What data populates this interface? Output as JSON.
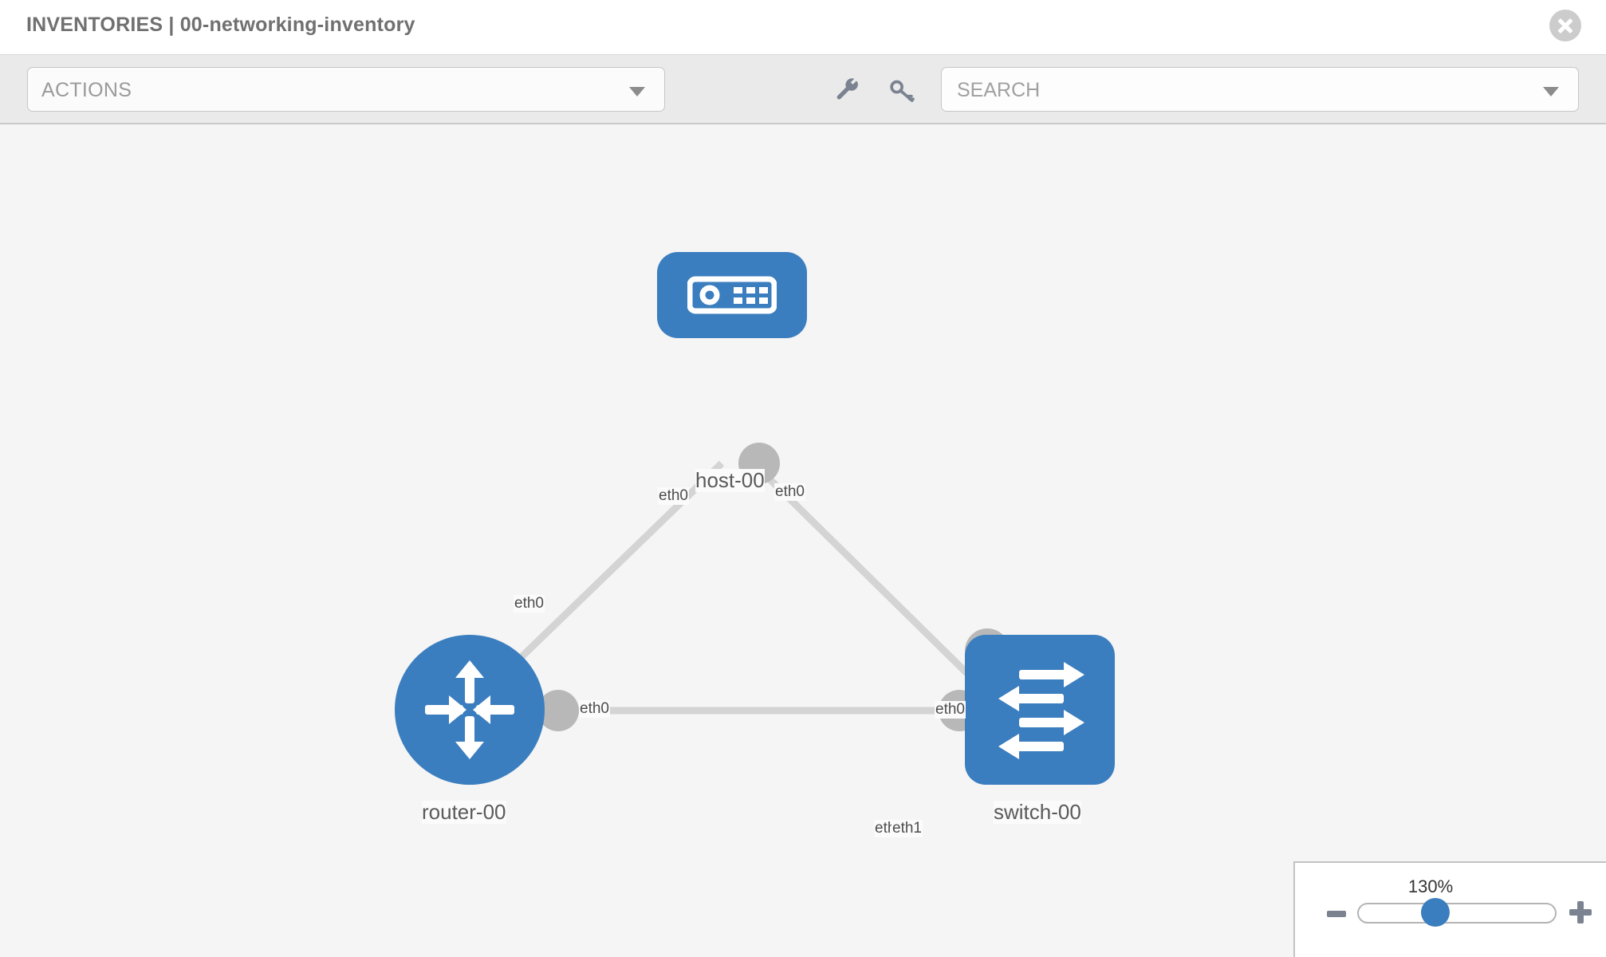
{
  "header": {
    "title": "INVENTORIES | 00-networking-inventory",
    "close_icon": "close-icon"
  },
  "toolbar": {
    "actions_label": "ACTIONS",
    "actions_caret_icon": "chevron-down-icon",
    "wrench_icon": "wrench-icon",
    "key_icon": "key-icon",
    "search_placeholder": "SEARCH",
    "search_value": "",
    "search_caret_icon": "chevron-down-icon"
  },
  "topology": {
    "node_color": "#3b7ebf",
    "edge_color": "#d4d4d4",
    "connector_color": "#b8b8b8",
    "nodes": [
      {
        "id": "host-00",
        "label": "host-00",
        "icon": "server-icon",
        "shape": "rounded-rect"
      },
      {
        "id": "router-00",
        "label": "router-00",
        "icon": "router-icon",
        "shape": "circle"
      },
      {
        "id": "switch-00",
        "label": "switch-00",
        "icon": "switch-icon",
        "shape": "rounded-square"
      }
    ],
    "links": [
      {
        "from": "host-00",
        "to": "router-00",
        "from_port": "eth0",
        "to_port": "eth0"
      },
      {
        "from": "host-00",
        "to": "switch-00",
        "from_port": "eth0",
        "to_port": "eth0"
      },
      {
        "from": "router-00",
        "to": "switch-00",
        "from_port": "eth0",
        "to_port": "eth1",
        "to_port_overlap": "eth0"
      }
    ]
  },
  "zoom_control": {
    "value_label": "130%",
    "minus_icon": "minus-icon",
    "plus_icon": "plus-icon",
    "slider_name": "zoom-slider"
  }
}
